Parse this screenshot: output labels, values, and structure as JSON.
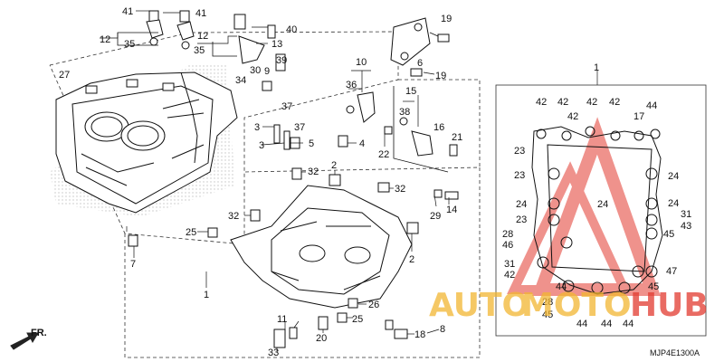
{
  "diagram": {
    "code": "MJP4E1300A",
    "front_label": "FR.",
    "labels": {
      "41a": "41",
      "41b": "41",
      "12a": "12",
      "35a": "35",
      "12b": "12",
      "35b": "35",
      "40": "40",
      "13": "13",
      "19a": "19",
      "6": "6",
      "19b": "19",
      "10": "10",
      "34": "34",
      "30": "30",
      "9": "9",
      "39": "39",
      "27": "27",
      "36": "36",
      "37a": "37",
      "37b": "37",
      "38": "38",
      "15": "15",
      "16": "16",
      "21": "21",
      "3a": "3",
      "3b": "3",
      "5": "5",
      "4": "4",
      "22": "22",
      "2a": "2",
      "32a": "32",
      "32b": "32",
      "32c": "32",
      "14": "14",
      "29": "29",
      "25a": "25",
      "2b": "2",
      "7": "7",
      "1a": "1",
      "11": "11",
      "26": "26",
      "25b": "25",
      "20": "20",
      "33": "33",
      "18": "18",
      "8": "8",
      "1b": "1",
      "r42a": "42",
      "r42b": "42",
      "r42c": "42",
      "r42d": "42",
      "r44a": "44",
      "r17": "17",
      "r23a": "23",
      "r23b": "23",
      "r23c": "23",
      "r24a": "24",
      "r24b": "24",
      "r24c": "24",
      "r24d": "24",
      "r31a": "31",
      "r43": "43",
      "r28a": "28",
      "r46": "46",
      "r45a": "45",
      "r31b": "31",
      "r42e": "42",
      "r47": "47",
      "r44b": "44",
      "r45b": "45",
      "r28b": "28",
      "r45c": "45",
      "r44c": "44",
      "r44d": "44",
      "r44e": "44",
      "r42f": "42"
    }
  },
  "watermark": {
    "text_a": "AUTO",
    "text_b": "MOTO",
    "text_c": "HUB",
    "color_red": "#e23a30",
    "color_gold": "#f2b632"
  }
}
